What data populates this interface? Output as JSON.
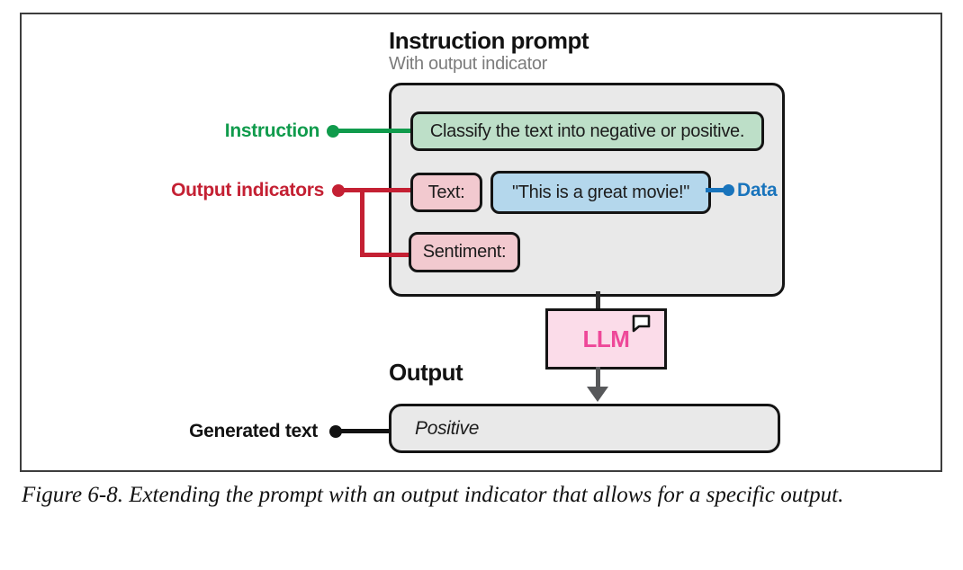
{
  "figure": {
    "title": "Instruction prompt",
    "subtitle": "With output indicator",
    "prompt_box": {
      "instruction_text": "Classify the text into negative or positive.",
      "text_label": "Text:",
      "data_text": "\"This is a great movie!\"",
      "sentiment_label": "Sentiment:"
    },
    "labels": {
      "instruction": "Instruction",
      "output_indicators": "Output indicators",
      "data": "Data",
      "generated_text": "Generated text"
    },
    "llm": {
      "label": "LLM",
      "icon": "speech-bubble-icon"
    },
    "output": {
      "heading": "Output",
      "value": "Positive"
    },
    "caption": "Figure 6-8. Extending the prompt with an output indicator that allows for a specific output.",
    "colors": {
      "green_fill": "#bddfc8",
      "green_accent": "#109b4c",
      "red_accent": "#c42033",
      "pink_fill": "#f2c9cf",
      "blue_fill": "#b4d7ec",
      "blue_accent": "#1974bc",
      "gray_fill": "#e9e9e9",
      "llm_fill": "#fbdce9",
      "llm_text": "#ee4899",
      "arrow_gray": "#57585a",
      "box_border": "#141414"
    }
  }
}
